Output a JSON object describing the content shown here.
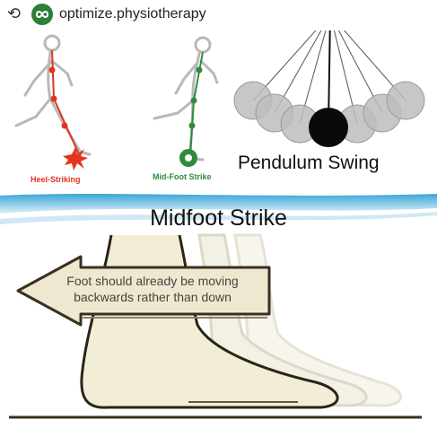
{
  "header": {
    "repost_icon": "repost-icon",
    "avatar_icon": "infinity-icon",
    "username": "optimize.physiotherapy"
  },
  "diagram": {
    "heel_label": "Heel-Striking",
    "midfoot_label": "Mid-Foot Strike",
    "pendulum_label": "Pendulum Swing"
  },
  "bottom": {
    "title": "Midfoot Strike",
    "arrow_line1": "Foot should already be moving",
    "arrow_line2": "backwards rather than down"
  },
  "colors": {
    "heel": "#e2341f",
    "midfoot": "#2f8b3a",
    "banner": "#3aa6d8",
    "foot": "#f2edd6",
    "arrow": "#efe8d0",
    "arrow_border": "#3a3020"
  }
}
